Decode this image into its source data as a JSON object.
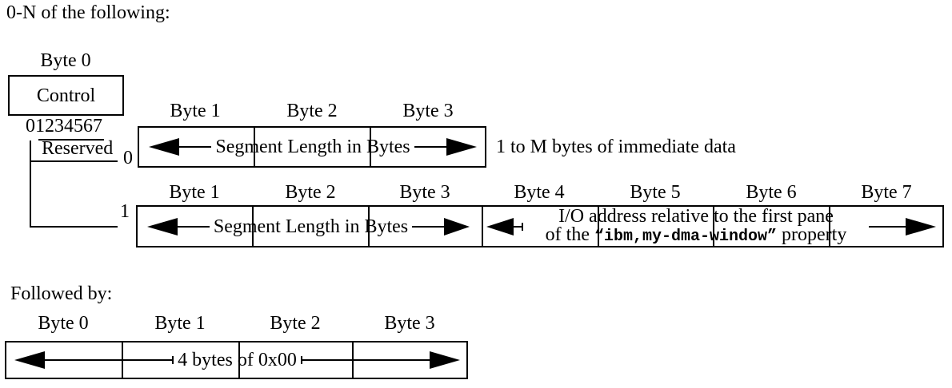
{
  "intro_text": "0-N of the following:",
  "followed_by_text": "Followed by:",
  "control": {
    "byte_label": "Byte 0",
    "label": "Control",
    "bit_numbers": "01234567",
    "reserved_label": "Reserved",
    "branch_0": "0",
    "branch_1": "1"
  },
  "immediate_row": {
    "byte_labels": [
      "Byte 1",
      "Byte 2",
      "Byte 3"
    ],
    "segment_label": "Segment Length in Bytes",
    "note": "1 to M bytes of immediate data"
  },
  "indirect_row": {
    "byte_labels": [
      "Byte 1",
      "Byte 2",
      "Byte 3",
      "Byte 4",
      "Byte 5",
      "Byte 6",
      "Byte 7"
    ],
    "segment_label": "Segment Length in Bytes",
    "io_line1": "I/O address relative to the first pane",
    "io_line2_prefix": "of the ",
    "io_line2_property": "“ibm,my-dma-window”",
    "io_line2_suffix": " property"
  },
  "pad_row": {
    "byte_labels": [
      "Byte 0",
      "Byte 1",
      "Byte 2",
      "Byte 3"
    ],
    "label": "4 bytes of 0x00"
  },
  "colors": {
    "ink": "#000000",
    "background": "#ffffff"
  }
}
